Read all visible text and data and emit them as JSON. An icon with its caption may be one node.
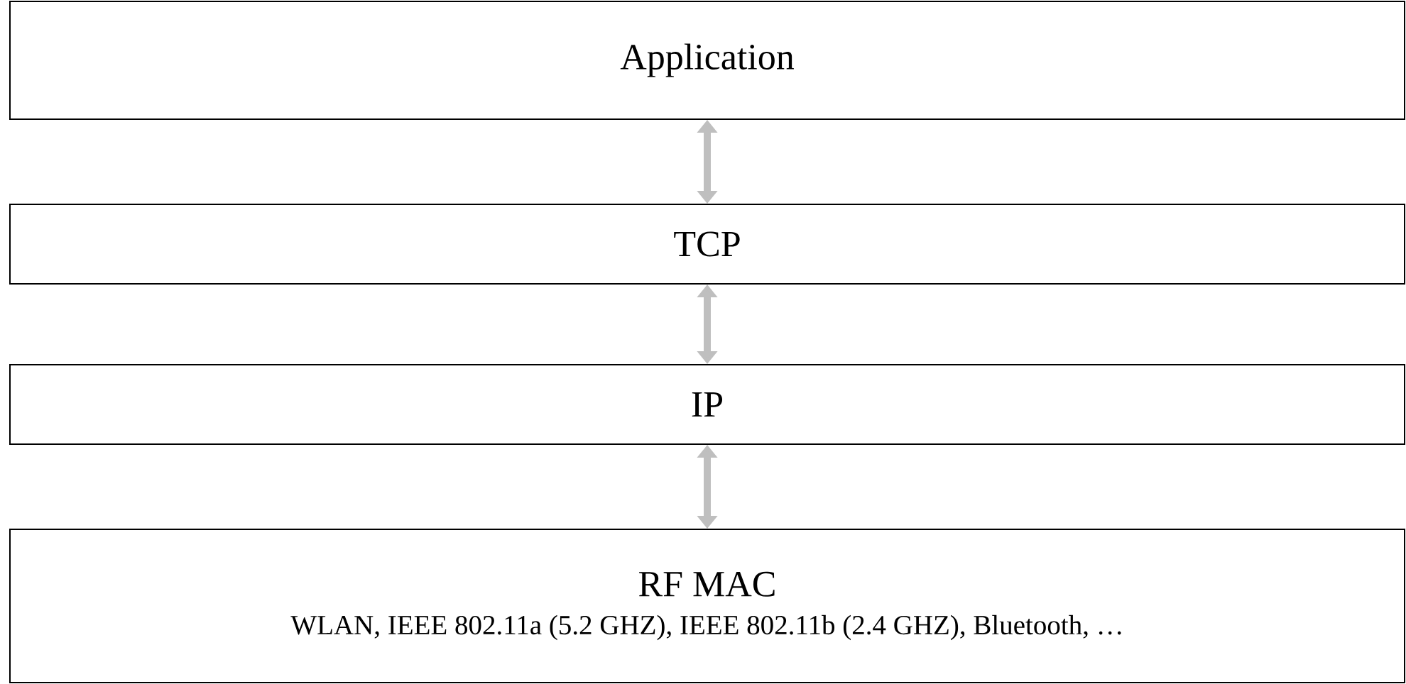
{
  "diagram": {
    "nodes": [
      {
        "text": [
          "Application"
        ]
      },
      {
        "text": [
          "TCP"
        ]
      },
      {
        "text": [
          "IP"
        ]
      },
      {
        "text": [
          "RF MAC",
          "WLAN, IEEE 802.11a (5.2 GHZ), IEEE 802.11b (2.4 GHZ), Bluetooth, …"
        ]
      }
    ],
    "edges": [
      {
        "from": 0,
        "to": 1,
        "arrow": "both"
      },
      {
        "from": 1,
        "to": 2,
        "arrow": "both"
      },
      {
        "from": 2,
        "to": 3,
        "arrow": "both"
      }
    ]
  }
}
